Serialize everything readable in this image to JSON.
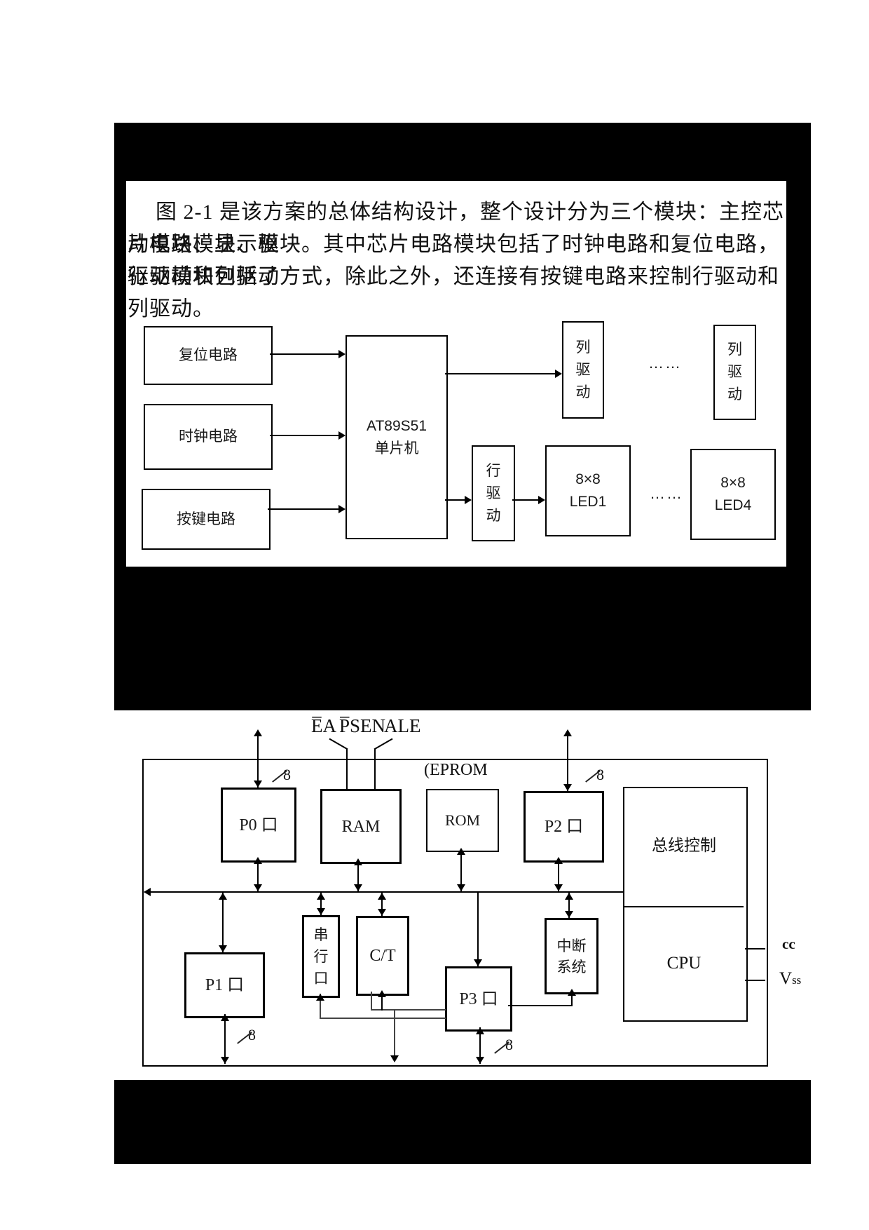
{
  "paragraph": {
    "line1": "图 2-1 是该方案的总体结构设计，整个设计分为三个模块：主控芯片电路模块、驱",
    "line2": "动模块、显示模块。其中芯片电路模块包括了时钟电路和复位电路，驱动模块包括了",
    "line3": "行驱动和列驱动方式，除此之外，还连接有按键电路来控制行驱动和列驱动。"
  },
  "figure1": {
    "reset_box": "复位电路",
    "clock_box": "时钟电路",
    "key_box": "按键电路",
    "mcu_box": "AT89S51\n单片机",
    "col_driver_1": "列\n驱\n动",
    "col_driver_2": "列\n驱\n动",
    "row_driver": "行\n驱\n动",
    "led1_box": "8×8\nLED1",
    "led4_box": "8×8\nLED4",
    "dots_top": "……",
    "dots_bottom": "……"
  },
  "figure2": {
    "signal_ea": "E̅A",
    "signal_psen": "P̅SEN",
    "signal_ale": "ALE",
    "eprom_label": "(EPROM",
    "bus_width_p0": "8",
    "bus_width_p2": "8",
    "bus_width_p1": "8",
    "bus_width_p3": "8",
    "p0_box": "P0 口",
    "ram_box": "RAM",
    "rom_box": "ROM",
    "p2_box": "P2 口",
    "bus_ctrl_box": "总线控制",
    "cpu_box": "CPU",
    "p1_box": "P1 口",
    "serial_box": "串\n行\n口",
    "ct_box": "C/T",
    "p3_box": "P3 口",
    "interrupt_box": "中断\n系统",
    "power_cc": "cc",
    "power_v": "V",
    "power_ss": "ss"
  }
}
